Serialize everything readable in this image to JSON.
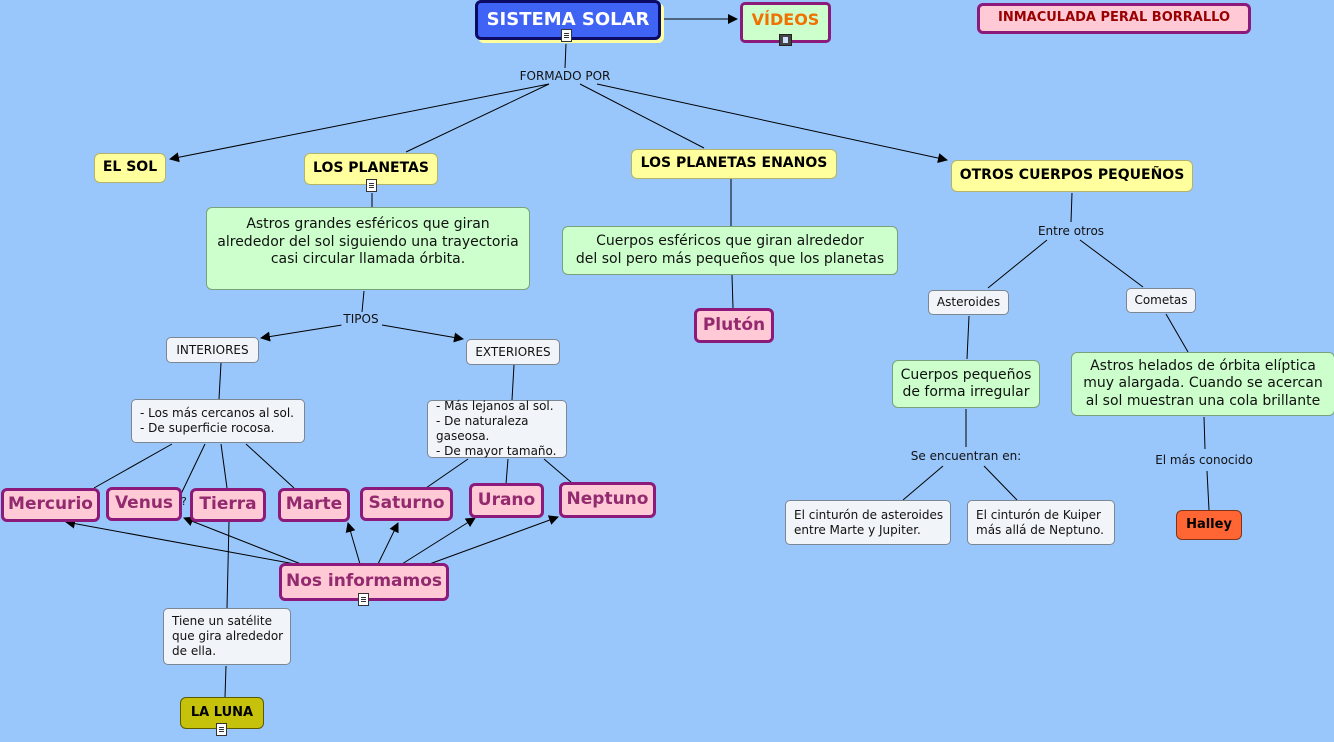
{
  "title": "SISTEMA SOLAR",
  "videos": "VÍDEOS",
  "author": "INMACULADA PERAL BORRALLO",
  "link_labels": {
    "formado_por": "FORMADO POR",
    "tipos": "TIPOS",
    "entre_otros": "Entre otros",
    "se_encuentran_en": "Se encuentran en:",
    "el_mas_conocido": "El más conocido"
  },
  "categories": {
    "sol": "EL SOL",
    "planetas": "LOS PLANETAS",
    "enanos": "LOS PLANETAS ENANOS",
    "otros": "OTROS CUERPOS PEQUEÑOS"
  },
  "descriptions": {
    "planetas": "Astros grandes esféricos que giran\nalrededor del sol siguiendo una trayectoria\ncasi circular llamada órbita.",
    "enanos": "Cuerpos esféricos que giran alrededor\n del sol pero más pequeños  que los planetas",
    "asteroides": "Cuerpos pequeños\nde forma irregular",
    "cometas": "Astros helados de órbita elíptica\nmuy  alargada. Cuando se acercan\nal sol muestran una cola brillante"
  },
  "groups": {
    "interiores": "INTERIORES",
    "exteriores": "EXTERIORES",
    "interiores_desc": "- Los más cercanos al sol.\n- De superficie rocosa.",
    "exteriores_desc": "- Más lejanos al sol.\n- De naturaleza gaseosa.\n- De mayor tamaño."
  },
  "planets": {
    "mercurio": "Mercurio",
    "venus": "Venus",
    "tierra": "Tierra",
    "marte": "Marte",
    "saturno": "Saturno",
    "urano": "Urano",
    "neptuno": "Neptuno"
  },
  "pluton": "Plutón",
  "nos_informamos": "Nos informamos",
  "question_mark": "?",
  "satellite_desc": "Tiene un satélite\nque gira alrededor\n de ella.",
  "moon": "LA LUNA",
  "small_bodies": {
    "asteroides": "Asteroides",
    "cometas": "Cometas",
    "cinturon_asteroides": "El cinturón de asteroides\nentre Marte y Jupiter.",
    "cinturon_kuiper": "El cinturón de Kuiper\nmás allá de Neptuno.",
    "halley": "Halley"
  },
  "icons": [
    "document-icon",
    "film-icon"
  ],
  "colors": {
    "background": "#99c7fc",
    "title_fill": "#3f63f5",
    "concept_yellow": "#ffff9e",
    "description_green": "#ccffcc",
    "resource_pink": "#ffc9d6",
    "resource_border": "#8b1a7b",
    "moon": "#c6c10a",
    "halley": "#ff6633"
  }
}
